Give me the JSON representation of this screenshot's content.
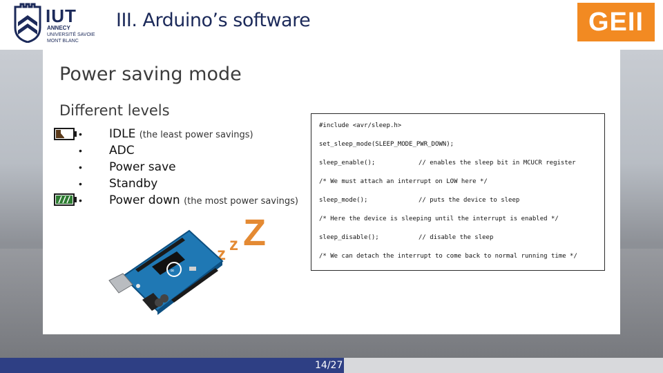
{
  "header": {
    "logo": {
      "name": "IUT",
      "subtitle": "ANNECY",
      "university": "UNIVERSITÉ SAVOIE MONT BLANC"
    },
    "title": "III. Arduino’s software",
    "badge": "GEII"
  },
  "slide": {
    "heading": "Power saving mode",
    "subheading": "Different levels",
    "levels": [
      {
        "name": "IDLE",
        "note": "(the least power savings)"
      },
      {
        "name": "ADC",
        "note": ""
      },
      {
        "name": "Power save",
        "note": ""
      },
      {
        "name": "Standby",
        "note": ""
      },
      {
        "name": "Power down",
        "note": "(the most power savings)"
      }
    ],
    "zzz": [
      "z",
      "z",
      "Z"
    ]
  },
  "code": {
    "lines": [
      {
        "code": "#include <avr/sleep.h>",
        "comment": ""
      },
      {
        "code": "set_sleep_mode(SLEEP_MODE_PWR_DOWN);",
        "comment": ""
      },
      {
        "code": "sleep_enable();",
        "comment": "// enables the sleep bit in MCUCR register"
      },
      {
        "code": "/* We must attach an interrupt on LOW here */",
        "comment": ""
      },
      {
        "code": "sleep_mode();",
        "comment": "// puts the device to sleep"
      },
      {
        "code": "/* Here the device is sleeping until the interrupt is enabled */",
        "comment": ""
      },
      {
        "code": "sleep_disable();",
        "comment": "// disable the sleep"
      },
      {
        "code": "/* We can detach the interrupt to come back to normal running time */",
        "comment": ""
      }
    ]
  },
  "footer": {
    "page": "14/27"
  },
  "colors": {
    "brand": "#2e3f84",
    "accent": "#f28a22",
    "zzz": "#e48a33",
    "battery": "#2e7d32"
  },
  "icons": [
    "iut-shield-logo",
    "battery-low-icon",
    "battery-full-icon",
    "arduino-board-image"
  ]
}
